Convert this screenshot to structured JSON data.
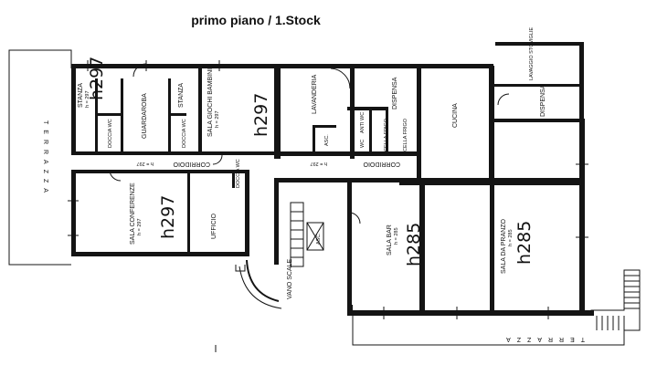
{
  "title": "primo piano / 1.Stock",
  "rooms": {
    "stanza_left": "STANZA",
    "stanza_left_h": "h = 297",
    "guardaroba": "GUARDAROBA",
    "doccia_wc_1": "DOCCIA WC",
    "stanza_mid": "STANZA",
    "doccia_wc_2": "DOCCIA WC",
    "sala_giochi": "SALA GIOCHI BAMBINI",
    "sala_giochi_h": "h = 297",
    "lavanderia": "LAVANDERIA",
    "asc_top": "ASC.",
    "anti_wc": "ANTI WC",
    "wc": "WC",
    "dispensa": "DISPENSA",
    "cella_frigo_1": "CELLA FRIGO",
    "cella_frigo_2": "CELLA FRIGO",
    "cucina": "CUCINA",
    "lavaggio": "LAVAGGIO STOVIGLIE",
    "dispensa_right": "DISPENSA",
    "corridoio_left": "CORRIDOIO",
    "corridoio_left_h": "h = 297",
    "corridoio_right": "CORRIDOIO",
    "corridoio_right_h": "h = 297",
    "doccia_wc_3": "DOCCIA WC",
    "sala_conferenze": "SALA CONFERENZE",
    "sala_conferenze_h": "h = 297",
    "ufficio": "UFFICIO",
    "asc_bottom": "ASC.",
    "vano_scale": "VANO SCALE",
    "sala_bar": "SALA BAR",
    "sala_bar_h": "h = 285",
    "sala_pranzo": "SALA DA PRANZO",
    "sala_pranzo_h": "h = 285",
    "terrazza_left": "TERRAZZA",
    "terrazza_bottom": "TERRAZZA"
  },
  "heights": {
    "h297_a": "h297",
    "h297_b": "h297",
    "h297_c": "h297",
    "h285_a": "h285",
    "h285_b": "h285"
  }
}
